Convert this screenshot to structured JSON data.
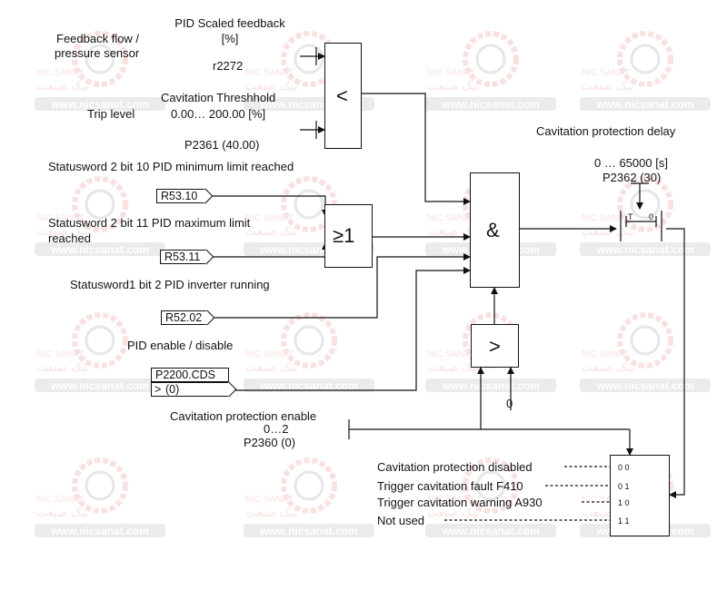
{
  "watermark": {
    "brand": "NIC SANAT",
    "persian": "نیک صنعت",
    "url": "www.nicsanat.com",
    "color": "#d9302a"
  },
  "labels": {
    "pid_scaled_feedback": "PID Scaled feedback",
    "pid_scaled_unit": "[%]",
    "feedback_sensor_1": "Feedback flow /",
    "feedback_sensor_2": "pressure sensor",
    "r2272": "r2272",
    "cavitation_threshold": "Cavitation Threshhold",
    "trip_level": "Trip level",
    "range_percent": "0.00… 200.00 [%]",
    "p2361": "P2361 (40.00)",
    "cavitation_delay": "Cavitation protection delay",
    "delay_range": "0 … 65000 [s]",
    "p2362": "P2362 (30)",
    "sw2_bit10": "Statusword 2 bit 10 PID minimum limit reached",
    "sw2_bit11_1": "Statusword 2 bit 11 PID maximum limit",
    "sw2_bit11_2": "reached",
    "sw1_bit2": "Statusword1 bit 2 PID inverter running",
    "pid_enable": "PID enable / disable",
    "cav_enable": "Cavitation protection enable",
    "cav_enable_range": "0…2",
    "p2360": "P2360 (0)",
    "opt_disabled": "Cavitation protection disabled",
    "opt_fault": "Trigger cavitation fault F410",
    "opt_warning": "Trigger cavitation warning A930",
    "opt_not_used": "Not used"
  },
  "signals": {
    "r53_10": "R53.10",
    "r53_11": "R53.11",
    "r52_02": "R52.02",
    "p2200": "P2200.CDS",
    "p2200_default": "(0)"
  },
  "blocks": {
    "less_than": "<",
    "or_gate": "≥1",
    "and_gate": "&",
    "greater_than": ">",
    "zero_const": "0",
    "timer_t": "T",
    "timer_zero": "0"
  },
  "switch_codes": [
    "0 0",
    "0 1",
    "1 0",
    "1 1"
  ]
}
